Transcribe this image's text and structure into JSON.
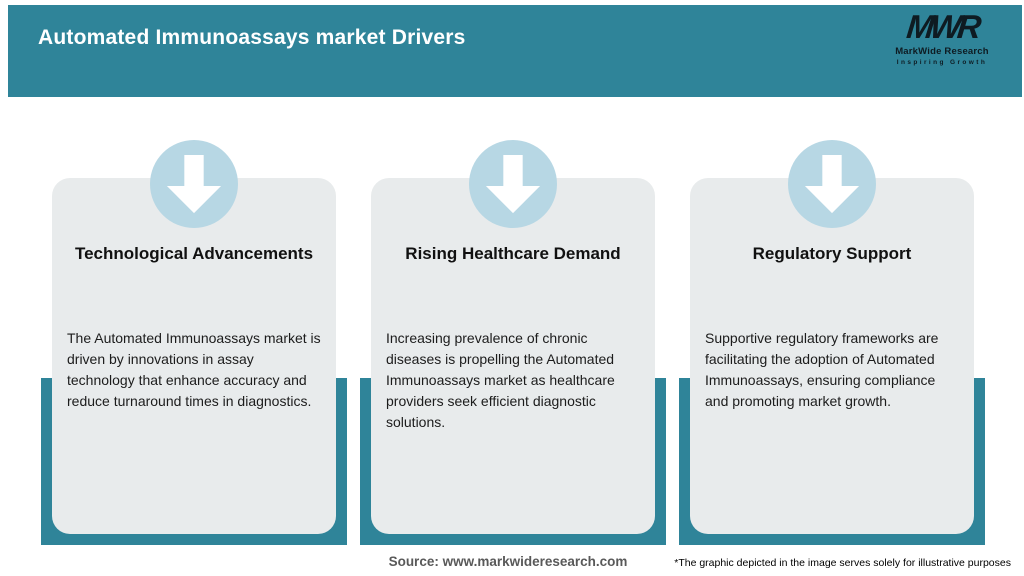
{
  "header": {
    "title": "Automated Immunoassays market Drivers"
  },
  "logo": {
    "mark": "MWR",
    "name": "MarkWide Research",
    "tagline": "Inspiring Growth"
  },
  "colors": {
    "teal": "#2f8499",
    "card_bg": "#e8ebec",
    "circle_bg": "#b7d7e4",
    "source_text": "#595959"
  },
  "icons": {
    "card_icon": "down-arrow-icon"
  },
  "cards": [
    {
      "title": "Technological Advancements",
      "body": "The Automated Immunoassays market is driven by innovations in assay technology that enhance accuracy and reduce turnaround times in diagnostics."
    },
    {
      "title": "Rising Healthcare Demand",
      "body": "Increasing prevalence of chronic diseases is propelling the Automated Immunoassays market as healthcare providers seek efficient diagnostic solutions."
    },
    {
      "title": "Regulatory Support",
      "body": "Supportive regulatory frameworks are facilitating the adoption of Automated Immunoassays, ensuring compliance and promoting market growth."
    }
  ],
  "footer": {
    "source": "Source: www.markwideresearch.com",
    "disclaimer": "*The graphic depicted in the image serves solely for illustrative purposes"
  }
}
